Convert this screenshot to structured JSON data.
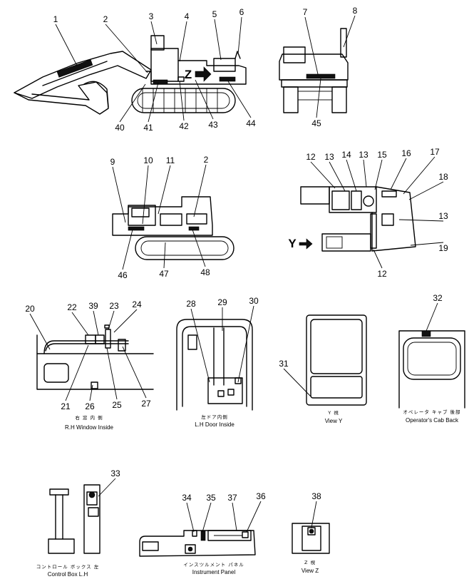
{
  "callouts": [
    "1",
    "2",
    "3",
    "4",
    "5",
    "6",
    "7",
    "8",
    "9",
    "10",
    "11",
    "12",
    "13",
    "14",
    "15",
    "16",
    "17",
    "18",
    "19",
    "20",
    "21",
    "22",
    "23",
    "24",
    "25",
    "26",
    "27",
    "28",
    "29",
    "30",
    "31",
    "32",
    "33",
    "34",
    "35",
    "36",
    "37",
    "38",
    "39",
    "40",
    "41",
    "42",
    "43",
    "44",
    "45",
    "46",
    "47",
    "48"
  ],
  "view_markers": {
    "z": "Z",
    "y": "Y"
  },
  "captions": {
    "rh_window": {
      "jp": "右 窓 内 側",
      "en": "R.H Window Inside"
    },
    "lh_door": {
      "jp": "左ドア内側",
      "en": "L.H Door Inside"
    },
    "view_y": {
      "jp": "Y  視",
      "en": "View Y"
    },
    "cab_back": {
      "jp": "オペレータ キャブ 後部",
      "en": "Operator's Cab Back"
    },
    "control_box": {
      "jp": "コントロール ボックス 左",
      "en": "Control Box L.H"
    },
    "instrument_panel": {
      "jp": "インスツルメント パネル",
      "en": "Instrument Panel"
    },
    "view_z": {
      "jp": "Z  視",
      "en": "View Z"
    }
  }
}
